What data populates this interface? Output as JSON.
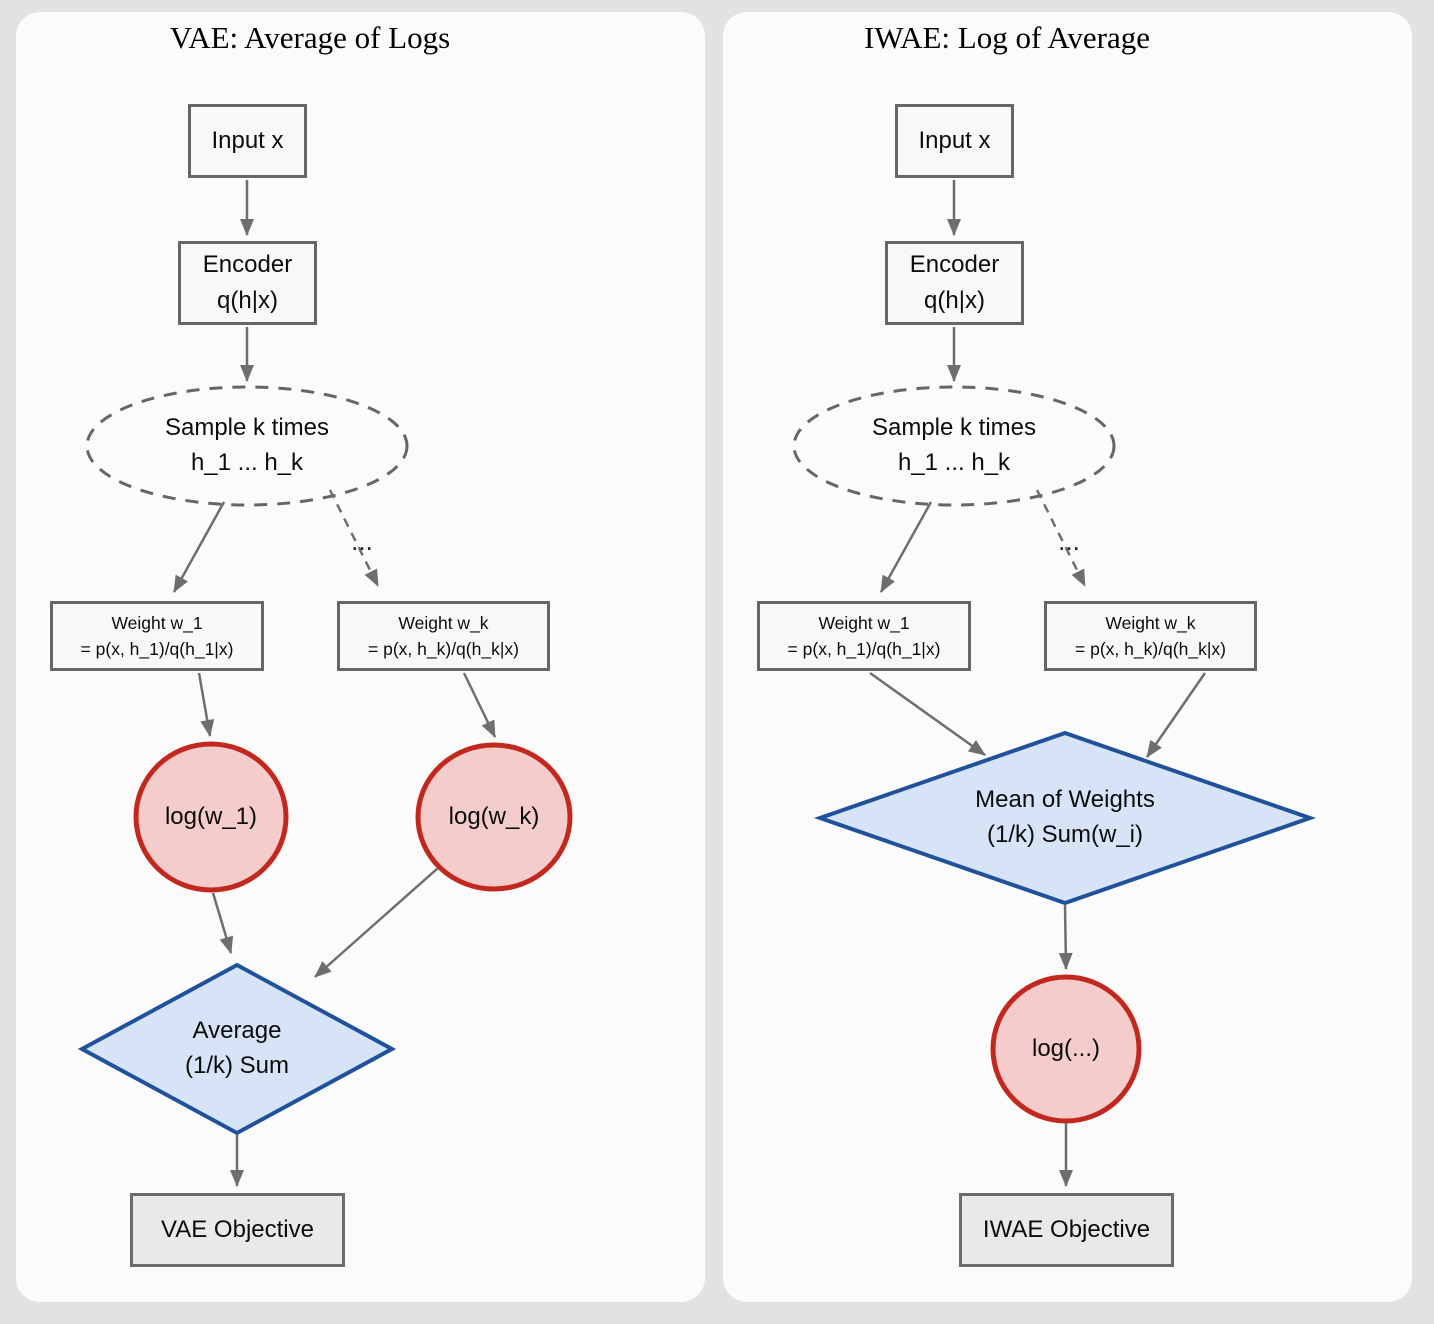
{
  "colors": {
    "page_bg": "#e2e2e2",
    "panel_bg": "#fbfbfb",
    "box_fill": "#f8f8f8",
    "box_border": "#666666",
    "objective_fill": "#e9e9e9",
    "objective_border": "#6b6b6b",
    "log_circle_fill": "#f4cccc",
    "log_circle_border": "#c2281e",
    "diamond_fill": "#d7e3f6",
    "diamond_border": "#20519b",
    "arrow": "#6e6e6e",
    "sample_ellipse_border": "#666666"
  },
  "left": {
    "title": "VAE: Average of Logs",
    "input": "Input x",
    "encoder_line1": "Encoder",
    "encoder_line2": "q(h|x)",
    "sample_line1": "Sample k times",
    "sample_line2": "h_1 ... h_k",
    "weight1_line1": "Weight w_1",
    "weight1_line2": "= p(x, h_1)/q(h_1|x)",
    "weightk_line1": "Weight w_k",
    "weightk_line2": "= p(x, h_k)/q(h_k|x)",
    "dots": "...",
    "log1": "log(w_1)",
    "logk": "log(w_k)",
    "diamond_line1": "Average",
    "diamond_line2": "(1/k) Sum",
    "objective": "VAE Objective"
  },
  "right": {
    "title": "IWAE: Log of Average",
    "input": "Input x",
    "encoder_line1": "Encoder",
    "encoder_line2": "q(h|x)",
    "sample_line1": "Sample k times",
    "sample_line2": "h_1 ... h_k",
    "weight1_line1": "Weight w_1",
    "weight1_line2": "= p(x, h_1)/q(h_1|x)",
    "weightk_line1": "Weight w_k",
    "weightk_line2": "= p(x, h_k)/q(h_k|x)",
    "dots": "...",
    "diamond_line1": "Mean of Weights",
    "diamond_line2": "(1/k) Sum(w_i)",
    "log": "log(...)",
    "objective": "IWAE Objective"
  }
}
